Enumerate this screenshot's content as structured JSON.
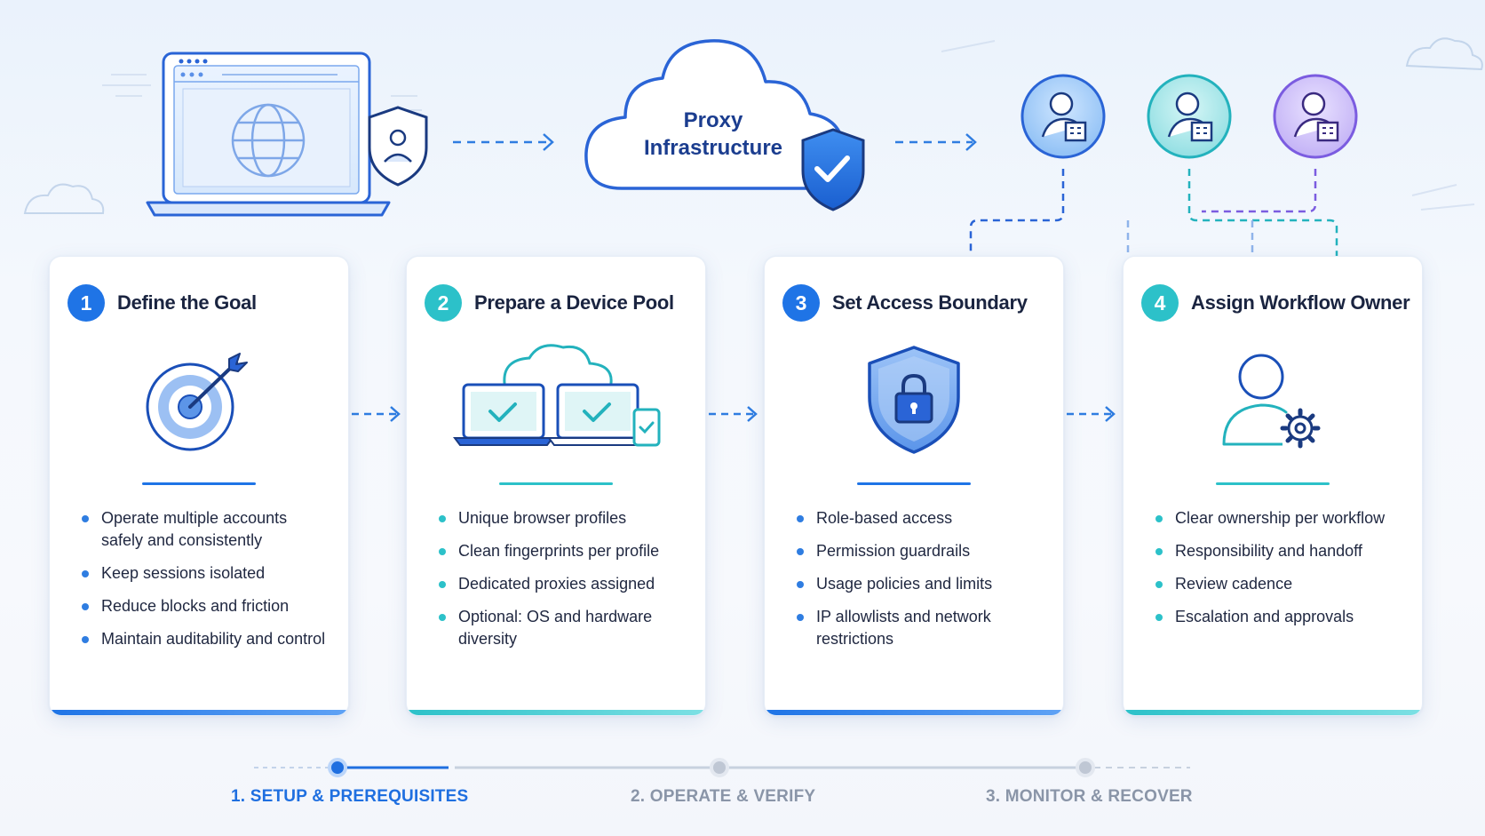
{
  "header": {
    "cloud_title_line1": "Proxy",
    "cloud_title_line2": "Infrastructure"
  },
  "cards": [
    {
      "number": "1",
      "title": "Define the Goal",
      "icon": "target-icon",
      "accent": "#1f74e6",
      "bullets": [
        "Operate multiple accounts safely and consistently",
        "Keep sessions isolated",
        "Reduce blocks and friction",
        "Maintain auditability and control"
      ]
    },
    {
      "number": "2",
      "title": "Prepare a Device Pool",
      "icon": "devices-cloud-icon",
      "accent": "#2cc1c9",
      "bullets": [
        "Unique browser profiles",
        "Clean fingerprints per profile",
        "Dedicated proxies assigned",
        "Optional: OS and hardware diversity"
      ]
    },
    {
      "number": "3",
      "title": "Set Access Boundary",
      "icon": "shield-lock-icon",
      "accent": "#1f74e6",
      "bullets": [
        "Role-based access",
        "Permission guardrails",
        "Usage policies and limits",
        "IP allowlists and network restrictions"
      ]
    },
    {
      "number": "4",
      "title": "Assign Workflow Owner",
      "icon": "user-gear-icon",
      "accent": "#2cc1c9",
      "bullets": [
        "Clear ownership per workflow",
        "Responsibility and handoff",
        "Review cadence",
        "Escalation and approvals"
      ]
    }
  ],
  "phases": [
    {
      "label": "1. SETUP & PREREQUISITES",
      "active": true,
      "color": "#1f6fe0"
    },
    {
      "label": "2. OPERATE & VERIFY",
      "active": false,
      "color": "#8a95a8"
    },
    {
      "label": "3. MONITOR & RECOVER",
      "active": false,
      "color": "#8a95a8"
    }
  ],
  "colors": {
    "blue": "#1f74e6",
    "teal": "#2cc1c9",
    "purple": "#7b5ce0",
    "dark_text": "#1a2440"
  }
}
